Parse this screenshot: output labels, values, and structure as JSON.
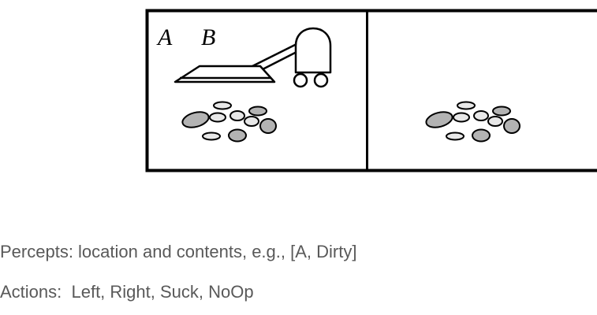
{
  "diagram": {
    "label_a": "A",
    "label_b": "B",
    "colors": {
      "stroke": "#000000",
      "rock_fill": "#b3b3b3",
      "background": "#ffffff"
    },
    "icons": [
      "vacuum-cleaner-icon",
      "dirt-pile-icon"
    ]
  },
  "text": {
    "percepts": "Percepts: location and contents, e.g., [A, Dirty]",
    "actions": "Actions:  Left, Right, Suck, NoOp"
  }
}
